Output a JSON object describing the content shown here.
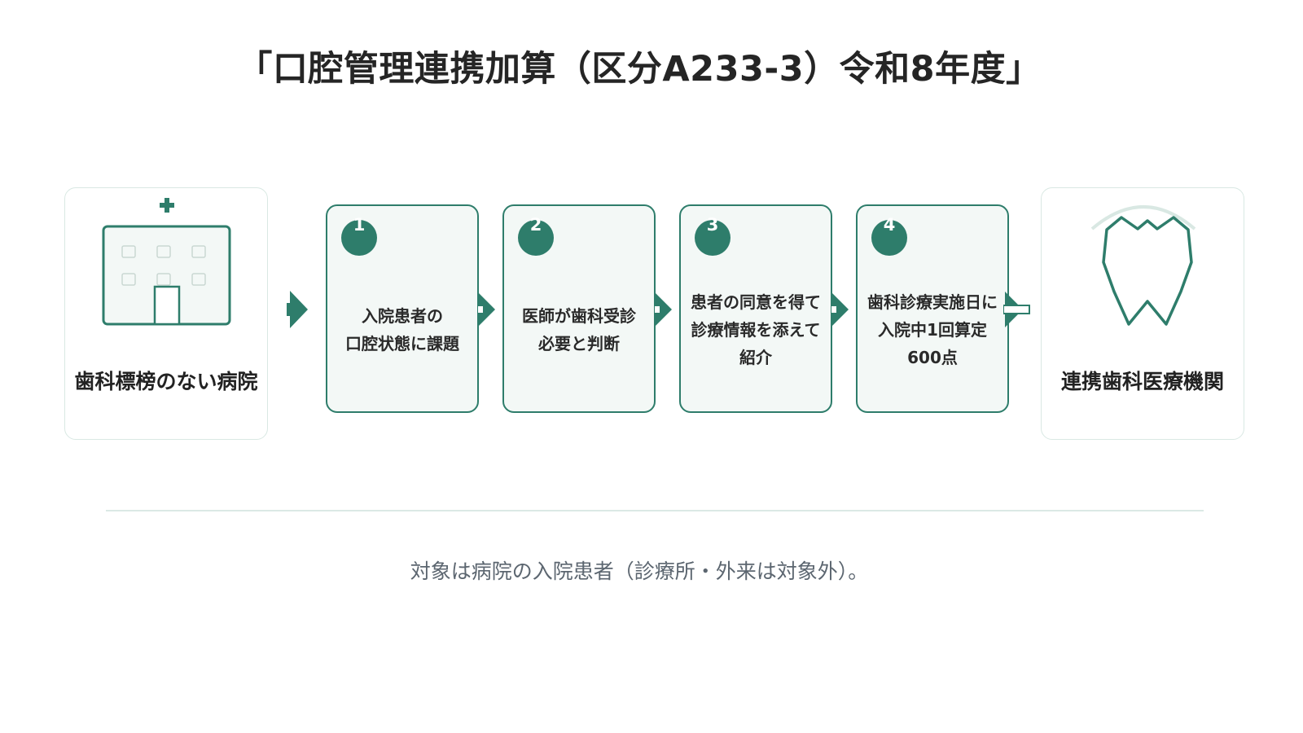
{
  "title": "「口腔管理連携加算（区分A233-3）令和8年度」",
  "left_endpoint": {
    "label": "歯科標榜のない病院",
    "icon": "hospital-icon"
  },
  "right_endpoint": {
    "label": "連携歯科医療機関",
    "icon": "tooth-icon"
  },
  "steps": [
    {
      "number": "1",
      "lines": [
        "入院患者の",
        "口腔状態に課題"
      ]
    },
    {
      "number": "2",
      "lines": [
        "医師が歯科受診",
        "必要と判断"
      ]
    },
    {
      "number": "3",
      "lines": [
        "患者の同意を得て",
        "診療情報を添えて",
        "紹介"
      ]
    },
    {
      "number": "4",
      "lines": [
        "歯科診療実施日に",
        "入院中1回算定",
        "600点"
      ]
    }
  ],
  "footnote": "対象は病院の入院患者（診療所・外来は対象外）。",
  "colors": {
    "accent": "#2e7d6b",
    "card_fill": "#f3f8f6",
    "endpoint_border": "#d9e8e3",
    "divider": "#dbe9e5",
    "footnote_text": "#5c6670"
  }
}
